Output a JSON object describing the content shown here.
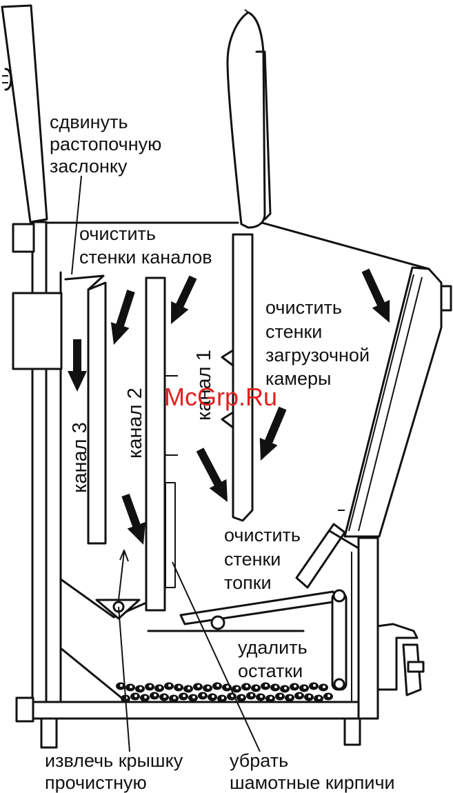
{
  "labels": {
    "move_damper": [
      "сдвинуть",
      "растопочную",
      "заслонку"
    ],
    "clean_channels": [
      "очистить",
      "стенки каналов"
    ],
    "clean_loading": [
      "очистить",
      "стенки",
      "загрузочной",
      "камеры"
    ],
    "clean_firebox": [
      "очистить",
      "стенки",
      "топки"
    ],
    "remove_residue": [
      "удалить",
      "остатки"
    ],
    "remove_cover": [
      "извлечь крышку",
      "прочистную"
    ],
    "remove_bricks": [
      "убрать",
      "шамотные кирпичи"
    ]
  },
  "channels": {
    "ch1": "канал 1",
    "ch2": "канал 2",
    "ch3": "канал 3"
  },
  "watermark": {
    "text": "McGrp.Ru",
    "color": "#e0201e"
  },
  "colors": {
    "line": "#111111",
    "background": "#ffffff"
  }
}
